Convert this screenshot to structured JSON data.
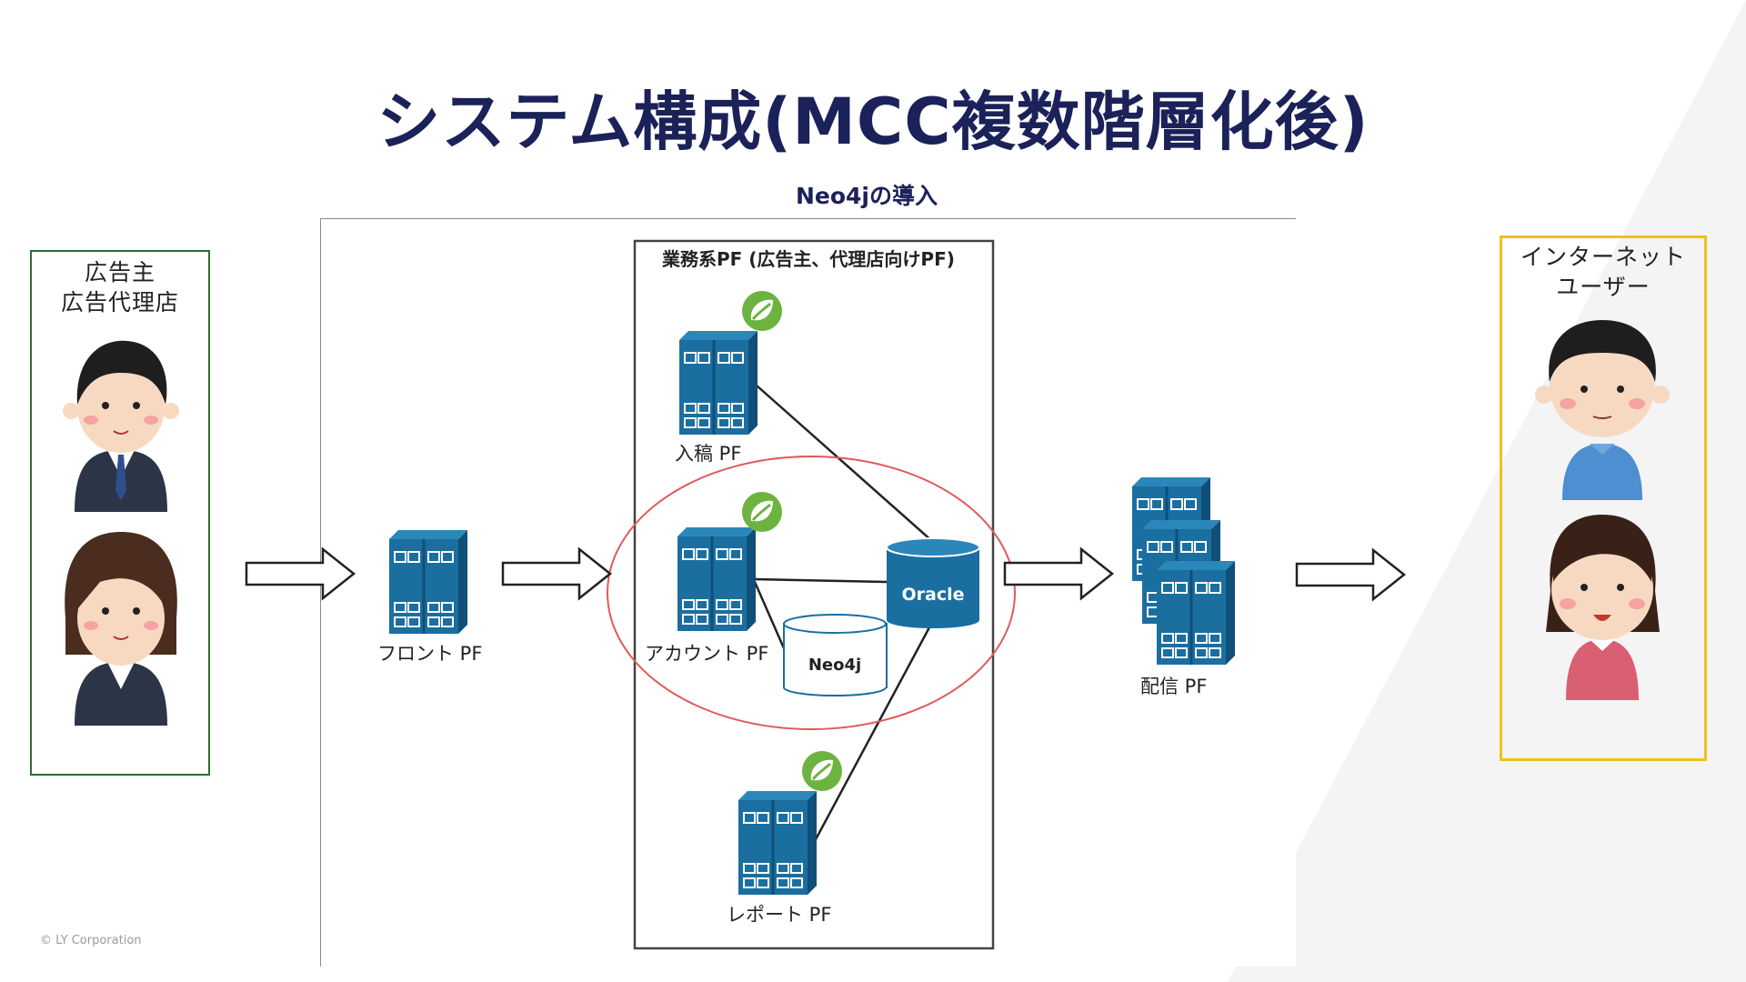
{
  "title": "システム構成(MCC複数階層化後)",
  "subtitle": "Neo4jの導入",
  "left_actor": {
    "label": "広告主\n広告代理店"
  },
  "right_actor": {
    "label": "インターネット\nユーザー"
  },
  "business_box": {
    "label": "業務系PF (広告主、代理店向けPF)"
  },
  "nodes": {
    "front": "フロント PF",
    "nyuko": "入稿 PF",
    "account": "アカウント PF",
    "report": "レポート PF",
    "haishin": "配信 PF",
    "oracle": "Oracle",
    "neo4j": "Neo4j"
  },
  "copyright": "© LY Corporation",
  "colors": {
    "title": "#1b2159",
    "server": "#1a6fa0",
    "highlight": "#e05a5a",
    "spring": "#6db33f"
  }
}
